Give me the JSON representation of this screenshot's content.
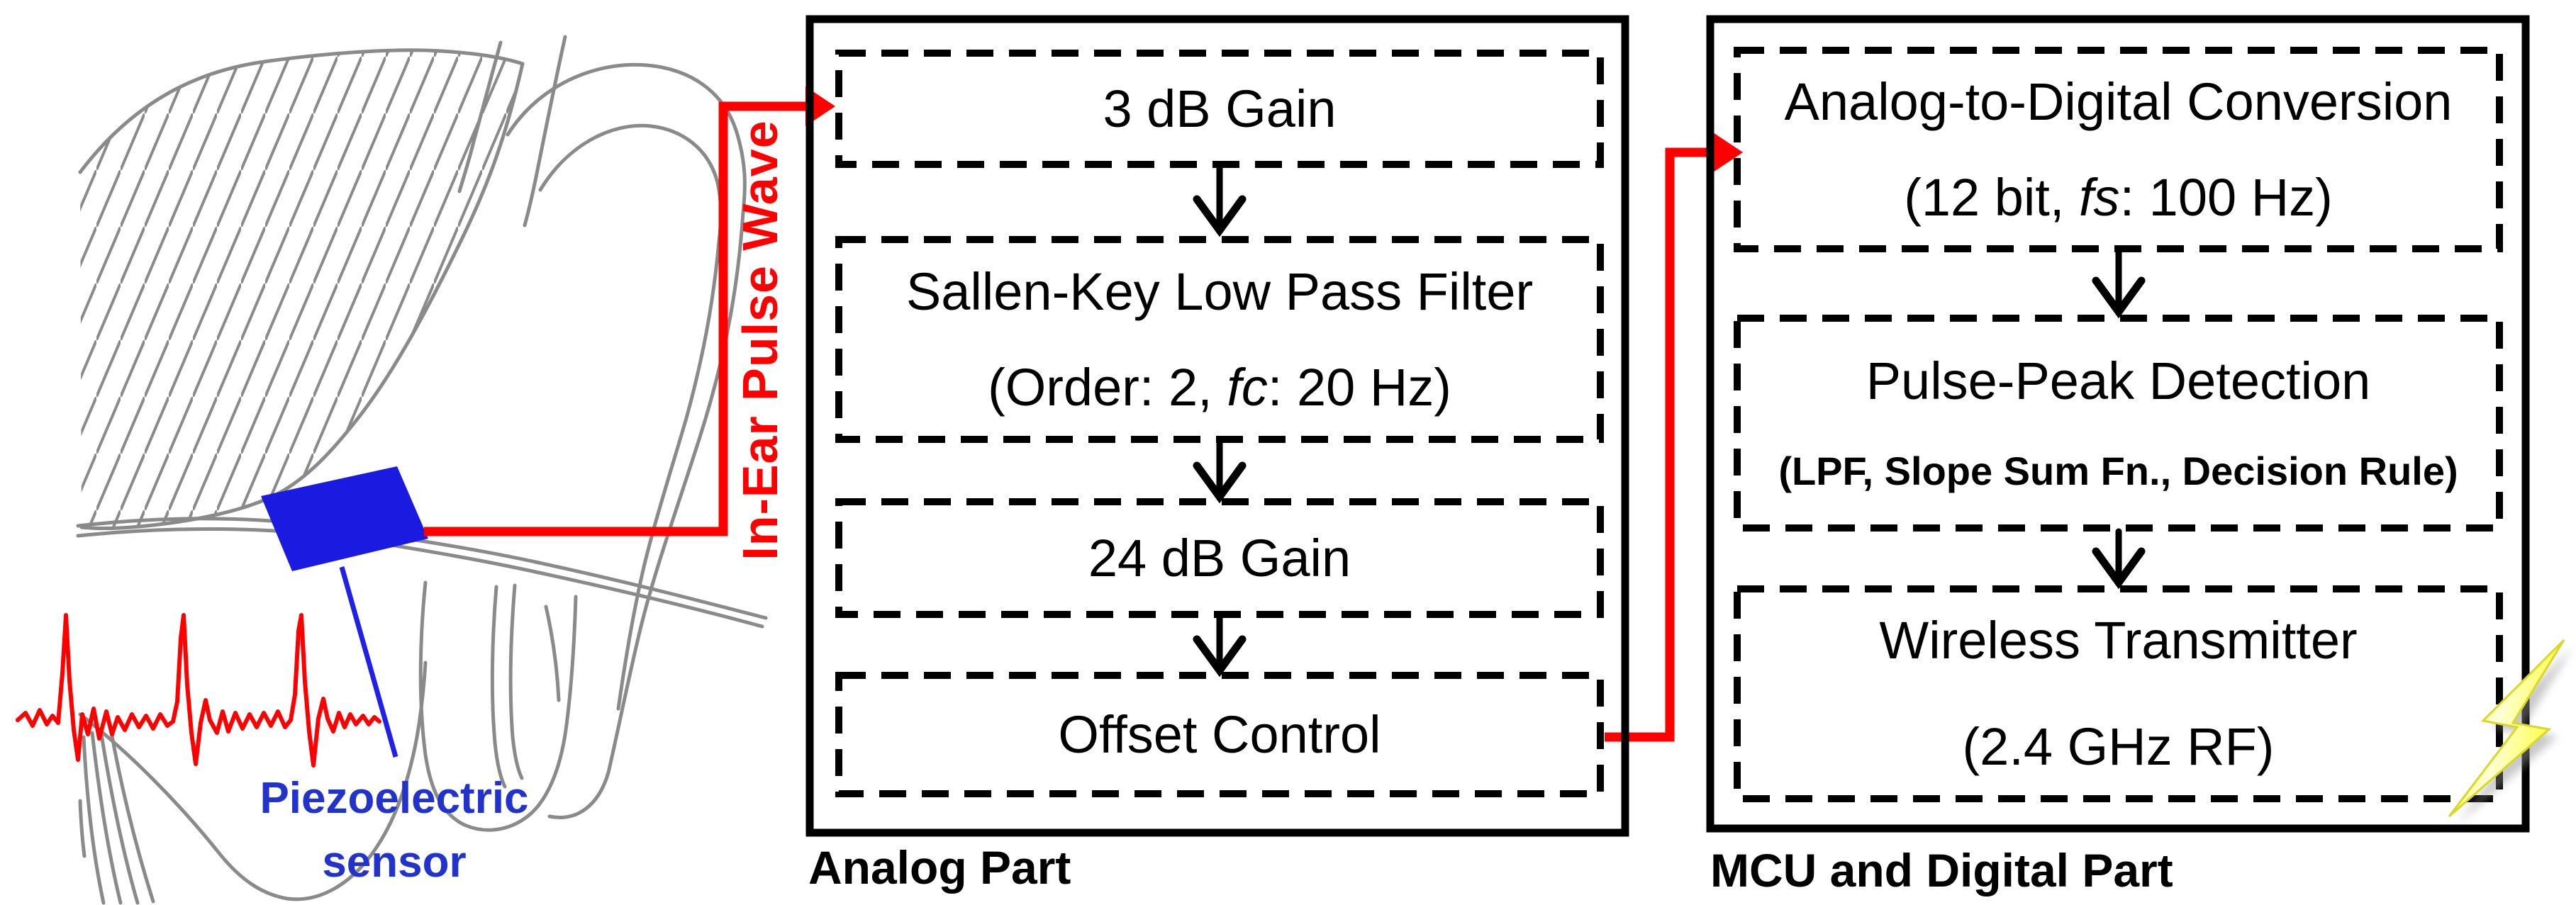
{
  "illustration": {
    "in_ear_label": "In-Ear Pulse Wave",
    "sensor_label": {
      "line1": "Piezoelectric",
      "line2": "sensor"
    },
    "colors": {
      "connector_red": "#ff0000",
      "sensor_blue": "#1a1ae0",
      "sensor_label_blue": "#2233cc",
      "sketch_gray": "#8a8a8a",
      "bolt_yellow": "#ffff33"
    }
  },
  "analog": {
    "label": "Analog Part",
    "boxes": [
      {
        "line1": "3 dB Gain"
      },
      {
        "line1": "Sallen-Key Low Pass Filter",
        "line2_pre": "(Order: 2, ",
        "line2_italic": "fc",
        "line2_post": ": 20 Hz)"
      },
      {
        "line1": "24 dB Gain"
      },
      {
        "line1": "Offset Control"
      }
    ]
  },
  "mcu": {
    "label": "MCU and Digital Part",
    "boxes": [
      {
        "line1": "Analog-to-Digital Conversion",
        "line2_pre": "(12 bit, ",
        "line2_italic": "fs",
        "line2_post": ": 100 Hz)"
      },
      {
        "line1": "Pulse-Peak Detection",
        "line2": "(LPF, Slope Sum Fn., Decision Rule)"
      },
      {
        "line1": "Wireless Transmitter",
        "line2": "(2.4 GHz RF)"
      }
    ]
  }
}
